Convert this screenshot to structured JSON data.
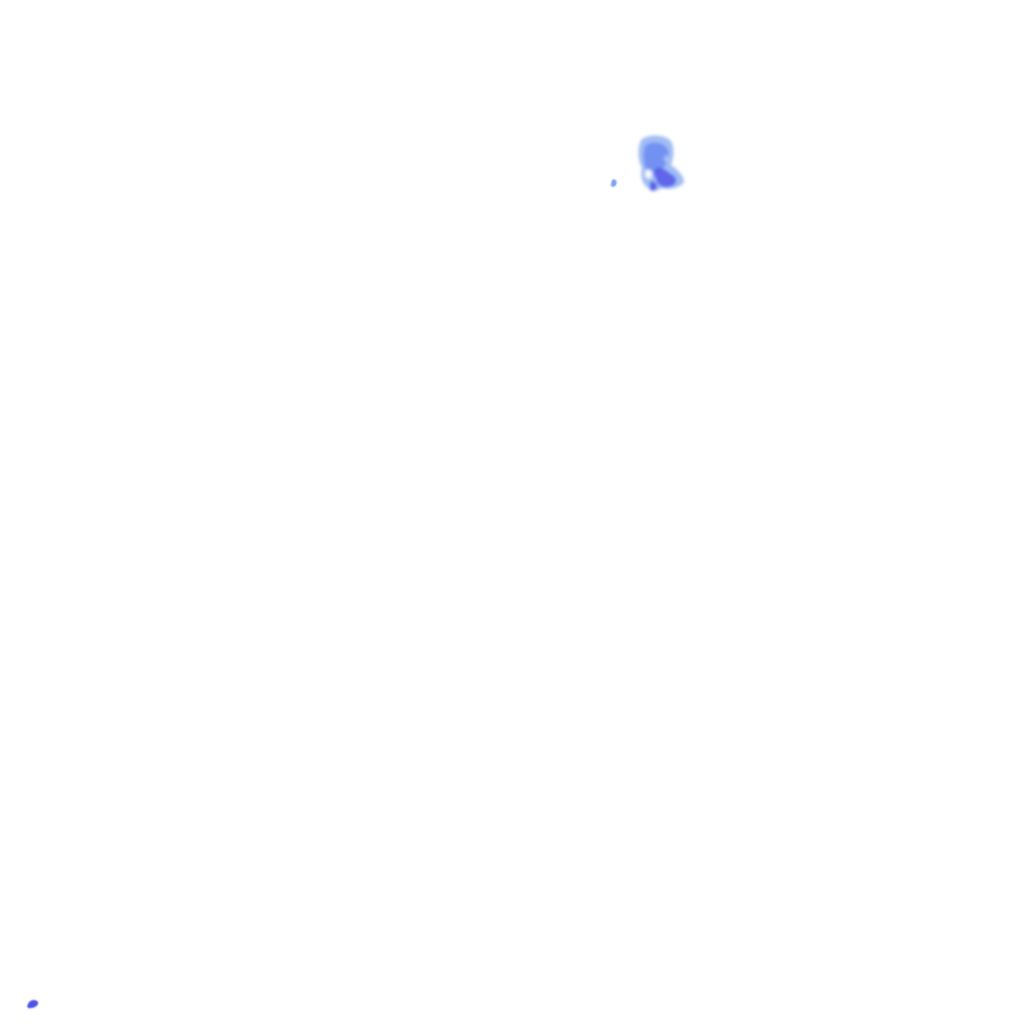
{
  "image": {
    "background_color": "#ffffff",
    "blob_colors": {
      "light": "#7fa8f0",
      "mid": "#6a8cf2",
      "deep": "#5b5cea",
      "dark": "#4a45e0"
    },
    "subjects": [
      "paint-blob",
      "small-speck",
      "tiny-mark"
    ]
  }
}
